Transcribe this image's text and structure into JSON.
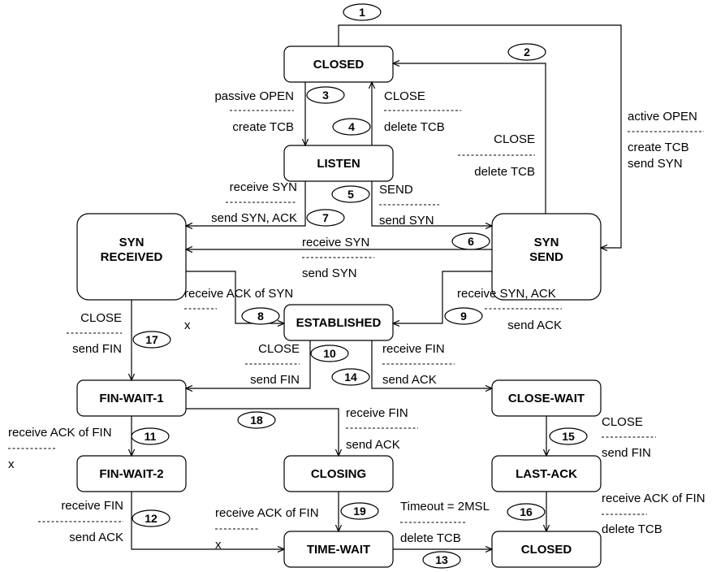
{
  "states": {
    "closed_top": "CLOSED",
    "listen": "LISTEN",
    "syn_received_l1": "SYN",
    "syn_received_l2": "RECEIVED",
    "syn_send_l1": "SYN",
    "syn_send_l2": "SEND",
    "established": "ESTABLISHED",
    "fin_wait_1": "FIN-WAIT-1",
    "fin_wait_2": "FIN-WAIT-2",
    "closing": "CLOSING",
    "time_wait": "TIME-WAIT",
    "close_wait": "CLOSE-WAIT",
    "last_ack": "LAST-ACK",
    "closed_bottom": "CLOSED"
  },
  "numbers": [
    "1",
    "2",
    "3",
    "4",
    "5",
    "6",
    "7",
    "8",
    "9",
    "10",
    "11",
    "12",
    "13",
    "14",
    "15",
    "16",
    "17",
    "18",
    "19"
  ],
  "labels": {
    "passive_open": "passive OPEN",
    "create_tcb_3": "create TCB",
    "close_4": "CLOSE",
    "delete_tcb_4": "delete TCB",
    "close_2": "CLOSE",
    "delete_tcb_2": "delete TCB",
    "active_open": "active OPEN",
    "create_tcb_1": "create TCB",
    "send_syn_1": "send SYN",
    "receive_syn_7": "receive SYN",
    "send_syn_ack_7": "send SYN, ACK",
    "send_5": "SEND",
    "send_syn_5": "send SYN",
    "receive_syn_6": "receive SYN",
    "send_syn_6": "send SYN",
    "receive_ack_of_syn_8": "receive ACK of SYN",
    "x_8": "x",
    "receive_syn_ack_9": "receive SYN, ACK",
    "send_ack_9": "send ACK",
    "close_17": "CLOSE",
    "send_fin_17": "send FIN",
    "close_10": "CLOSE",
    "send_fin_10": "send FIN",
    "receive_fin_14": "receive FIN",
    "send_ack_14": "send ACK",
    "receive_fin_18": "receive FIN",
    "send_ack_18": "send ACK",
    "receive_ack_of_fin_11": "receive ACK of FIN",
    "x_11": "x",
    "close_15": "CLOSE",
    "send_fin_15": "send FIN",
    "receive_fin_12": "receive FIN",
    "send_ack_12": "send ACK",
    "receive_ack_of_fin_19": "receive ACK of FIN",
    "x_19": "x",
    "timeout_13": "Timeout = 2MSL",
    "delete_tcb_13": "delete TCB",
    "receive_ack_of_fin_16": "receive ACK of FIN",
    "delete_tcb_16": "delete TCB"
  }
}
